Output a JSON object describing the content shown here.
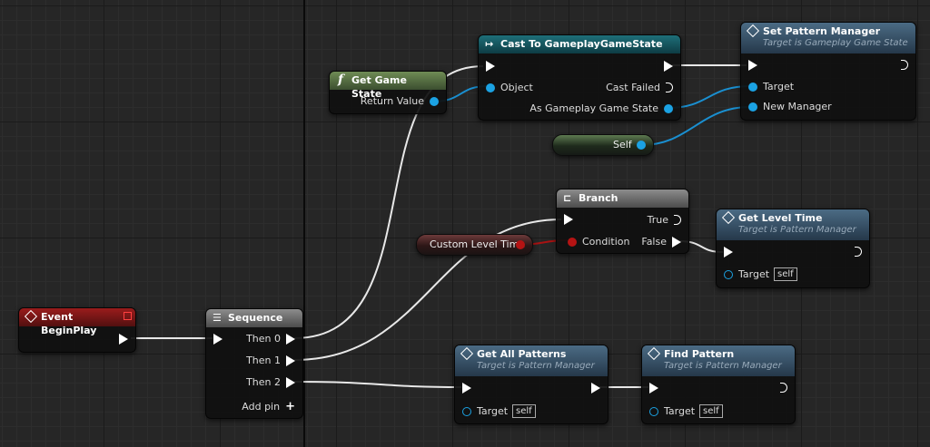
{
  "nodes": {
    "event_begin_play": {
      "title": "Event BeginPlay"
    },
    "sequence": {
      "title": "Sequence",
      "pins": [
        "Then 0",
        "Then 1",
        "Then 2"
      ],
      "add_pin": "Add pin"
    },
    "get_game_state": {
      "title": "Get Game State",
      "return": "Return Value"
    },
    "cast": {
      "title": "Cast To GameplayGameState",
      "object": "Object",
      "failed": "Cast Failed",
      "as": "As Gameplay Game State"
    },
    "set_pattern_manager": {
      "title": "Set Pattern Manager",
      "subtitle": "Target is Gameplay Game State",
      "target": "Target",
      "new_manager": "New Manager"
    },
    "self_var": {
      "label": "Self"
    },
    "branch": {
      "title": "Branch",
      "true_label": "True",
      "condition": "Condition",
      "false_label": "False"
    },
    "custom_level_time": {
      "label": "Custom Level Time"
    },
    "get_level_time": {
      "title": "Get Level Time",
      "subtitle": "Target is Pattern Manager",
      "target": "Target",
      "self": "self"
    },
    "get_all_patterns": {
      "title": "Get All Patterns",
      "subtitle": "Target is Pattern Manager",
      "target": "Target",
      "self": "self"
    },
    "find_pattern": {
      "title": "Find Pattern",
      "subtitle": "Target is Pattern Manager",
      "target": "Target",
      "self": "self"
    }
  },
  "colors": {
    "exec": "#ffffff",
    "object_pin": "#1ba2e3",
    "bool_pin": "#b51313",
    "event_header": "#9a1c1c",
    "function_header": "#4b6b84",
    "cast_header": "#1e6f79",
    "pure_header": "#6f8c55",
    "macro_header": "#8c8c8c"
  }
}
